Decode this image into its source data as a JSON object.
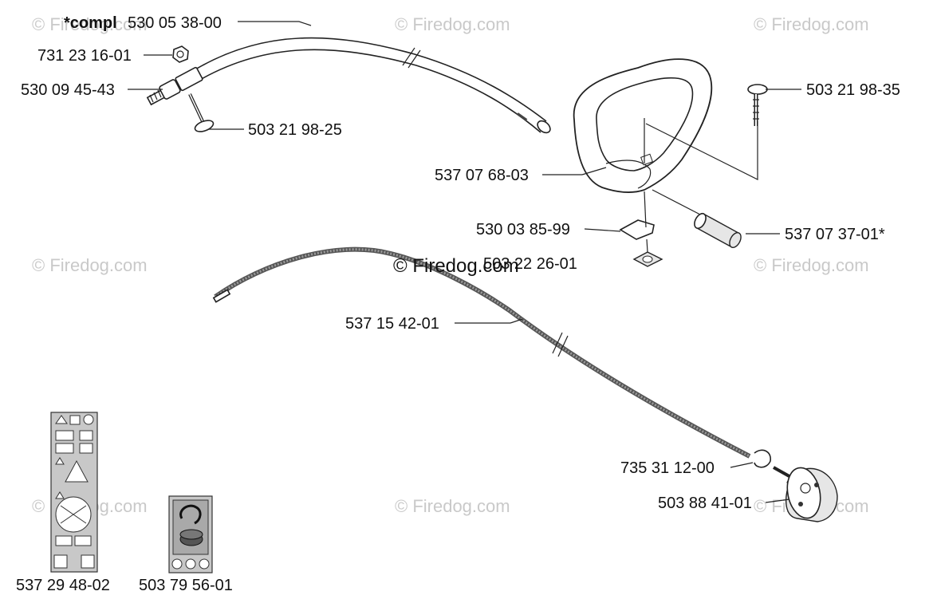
{
  "watermark": "© Firedog.com",
  "parts": {
    "compl_prefix": "*compl",
    "compl_number": "530 05 38-00",
    "nut": "731 23 16-01",
    "fitting": "530 09 45-43",
    "screw_left": "503 21 98-25",
    "screw_right": "503 21 98-35",
    "handle": "537 07 68-03",
    "clamp": "530 03 85-99",
    "wingnut": "503 22 26-01",
    "sleeve": "537 07 37-01*",
    "drive_cable": "537 15 42-01",
    "circlip": "735 31 12-00",
    "drum": "503 88 41-01",
    "decal_left": "537 29 48-02",
    "decal_right": "503 79 56-01"
  }
}
